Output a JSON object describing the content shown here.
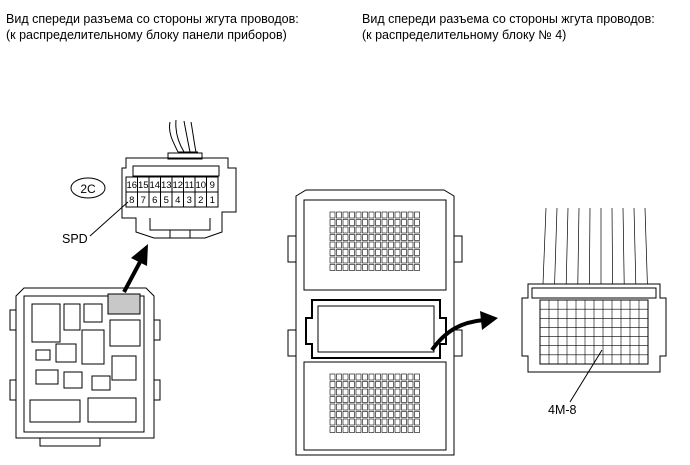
{
  "captions": {
    "left": {
      "line1": "Вид спереди разъема со стороны жгута проводов:",
      "line2": "(к распределительному блоку панели приборов)"
    },
    "right": {
      "line1": "Вид спереди разъема со стороны жгута проводов:",
      "line2": "(к распределительному блоку № 4)"
    }
  },
  "connector_2c": {
    "badge": "2C",
    "pins_top": [
      "16",
      "15",
      "14",
      "13",
      "12",
      "11",
      "10",
      "9"
    ],
    "pins_bottom": [
      "8",
      "7",
      "6",
      "5",
      "4",
      "3",
      "2",
      "1"
    ],
    "terminal_label": "SPD"
  },
  "connector_4m": {
    "label": "4M-8"
  },
  "colors": {
    "line": "#000000",
    "highlight": "#c8c8c8",
    "background": "#ffffff"
  }
}
